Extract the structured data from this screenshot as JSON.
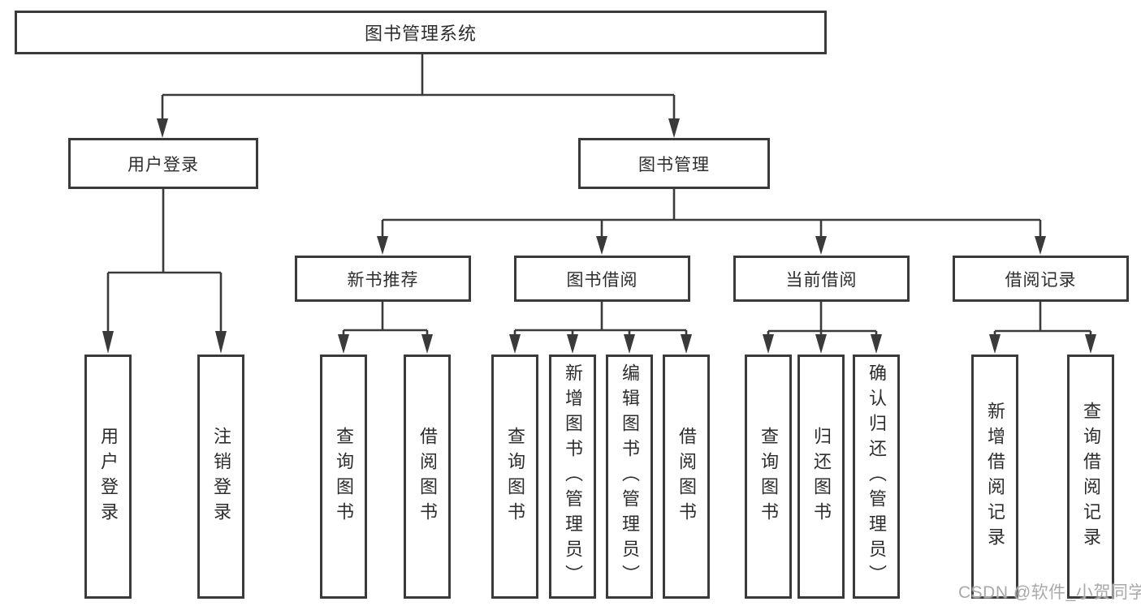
{
  "diagram": {
    "root": {
      "label": "图书管理系统"
    },
    "level2": {
      "user_login": "用户登录",
      "book_mgmt": "图书管理"
    },
    "level3": {
      "new_books": "新书推荐",
      "book_borrow": "图书借阅",
      "current_borrow": "当前借阅",
      "borrow_records": "借阅记录"
    },
    "leaves": {
      "user_login": [
        "用户登录",
        "注销登录"
      ],
      "new_books": [
        "查询图书",
        "借阅图书"
      ],
      "book_borrow": [
        "查询图书",
        "新增图书（管理员）",
        "编辑图书（管理员）",
        "借阅图书"
      ],
      "current_borrow": [
        "查询图书",
        "归还图书",
        "确认归还（管理员）"
      ],
      "borrow_records": [
        "新增借阅记录",
        "查询借阅记录"
      ]
    }
  },
  "watermark": {
    "text": "CSDN @软件_小贺同学",
    "color": "#a9a9a9"
  },
  "colors": {
    "line": "#3a3a3a",
    "box_border": "#3a3a3a",
    "text": "#2d2d2d",
    "background": "#ffffff"
  }
}
